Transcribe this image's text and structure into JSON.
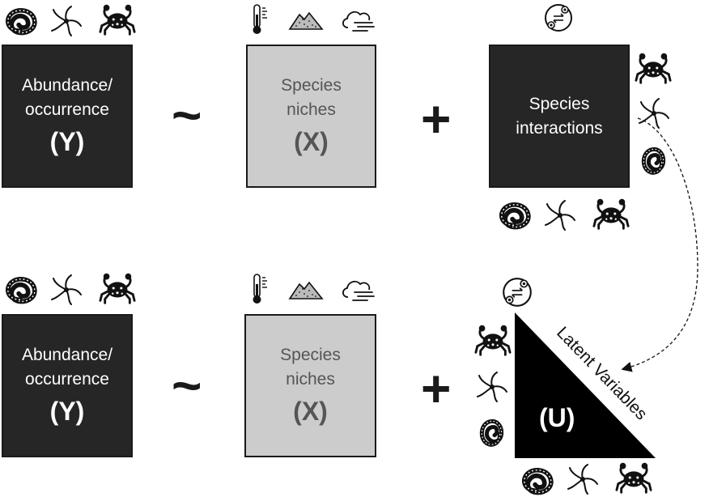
{
  "row1": {
    "response_label": "Abundance/\noccurrence",
    "response_symbol": "(Y)",
    "niche_label": "Species\nniches",
    "niche_symbol": "(X)",
    "interactions_label": "Species\ninteractions",
    "tilde": "~",
    "plus": "+"
  },
  "row2": {
    "response_label": "Abundance/\noccurrence",
    "response_symbol": "(Y)",
    "niche_label": "Species\nniches",
    "niche_symbol": "(X)",
    "latent_label": "Latent Variables",
    "latent_symbol": "(U)",
    "tilde": "~",
    "plus": "+"
  },
  "icons": {
    "species": [
      "worm-icon",
      "brittle-star-icon",
      "crab-icon"
    ],
    "environment": [
      "thermometer-icon",
      "sediment-icon",
      "wind-icon"
    ],
    "interaction": "interaction-icon"
  },
  "colors": {
    "dark_box": "#262626",
    "light_box": "#cccccc",
    "latent": "#000000"
  }
}
